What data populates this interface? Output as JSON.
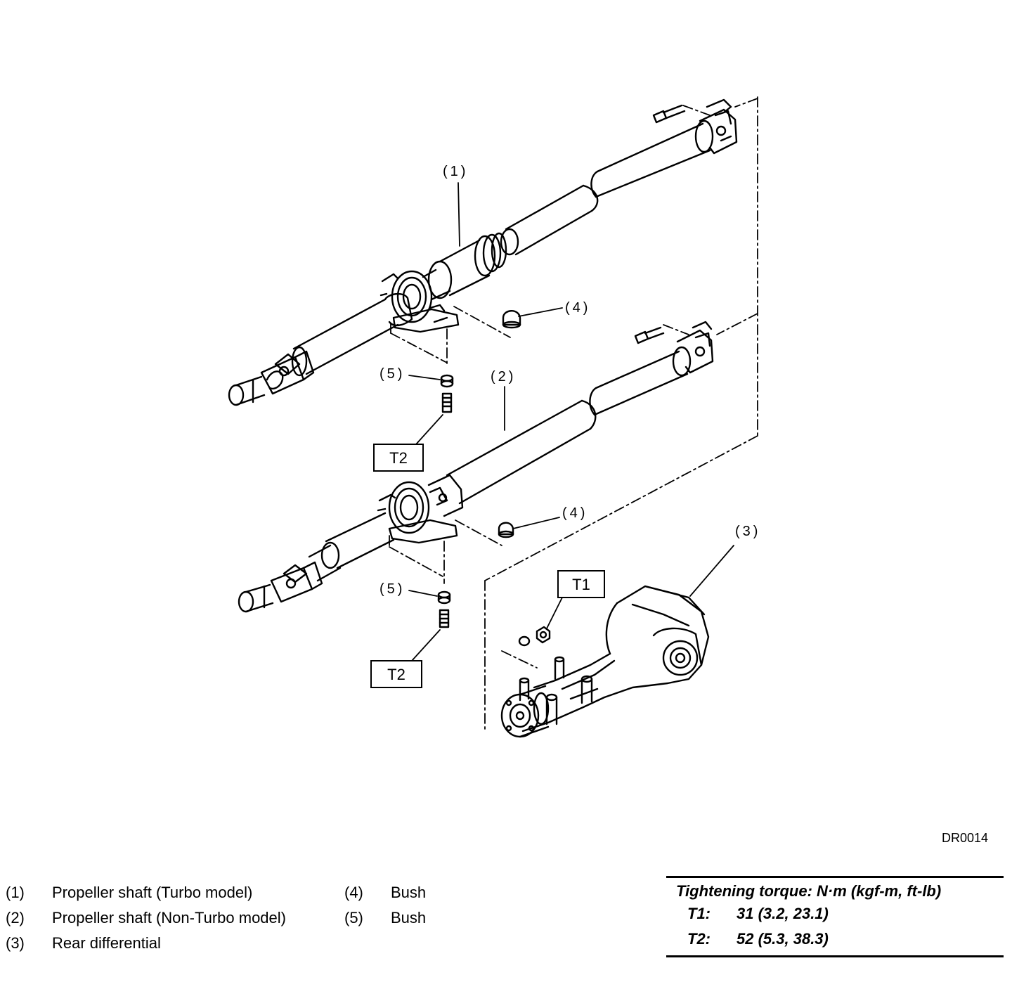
{
  "diagram": {
    "callouts": {
      "c1": "(1)",
      "c2": "(2)",
      "c3": "(3)",
      "c4a": "(4)",
      "c4b": "(4)",
      "c5a": "(5)",
      "c5b": "(5)"
    },
    "torque_boxes": {
      "t1": "T1",
      "t2a": "T2",
      "t2b": "T2"
    },
    "figure_code": "DR0014"
  },
  "legend": {
    "items": [
      {
        "num": "(1)",
        "label": "Propeller shaft (Turbo model)"
      },
      {
        "num": "(2)",
        "label": "Propeller shaft (Non-Turbo model)"
      },
      {
        "num": "(3)",
        "label": "Rear differential"
      },
      {
        "num": "(4)",
        "label": "Bush"
      },
      {
        "num": "(5)",
        "label": "Bush"
      }
    ]
  },
  "torque": {
    "title": "Tightening torque: N·m (kgf-m, ft-lb)",
    "rows": [
      {
        "key": "T1:",
        "value": "31 (3.2, 23.1)"
      },
      {
        "key": "T2:",
        "value": "52 (5.3, 38.3)"
      }
    ]
  }
}
